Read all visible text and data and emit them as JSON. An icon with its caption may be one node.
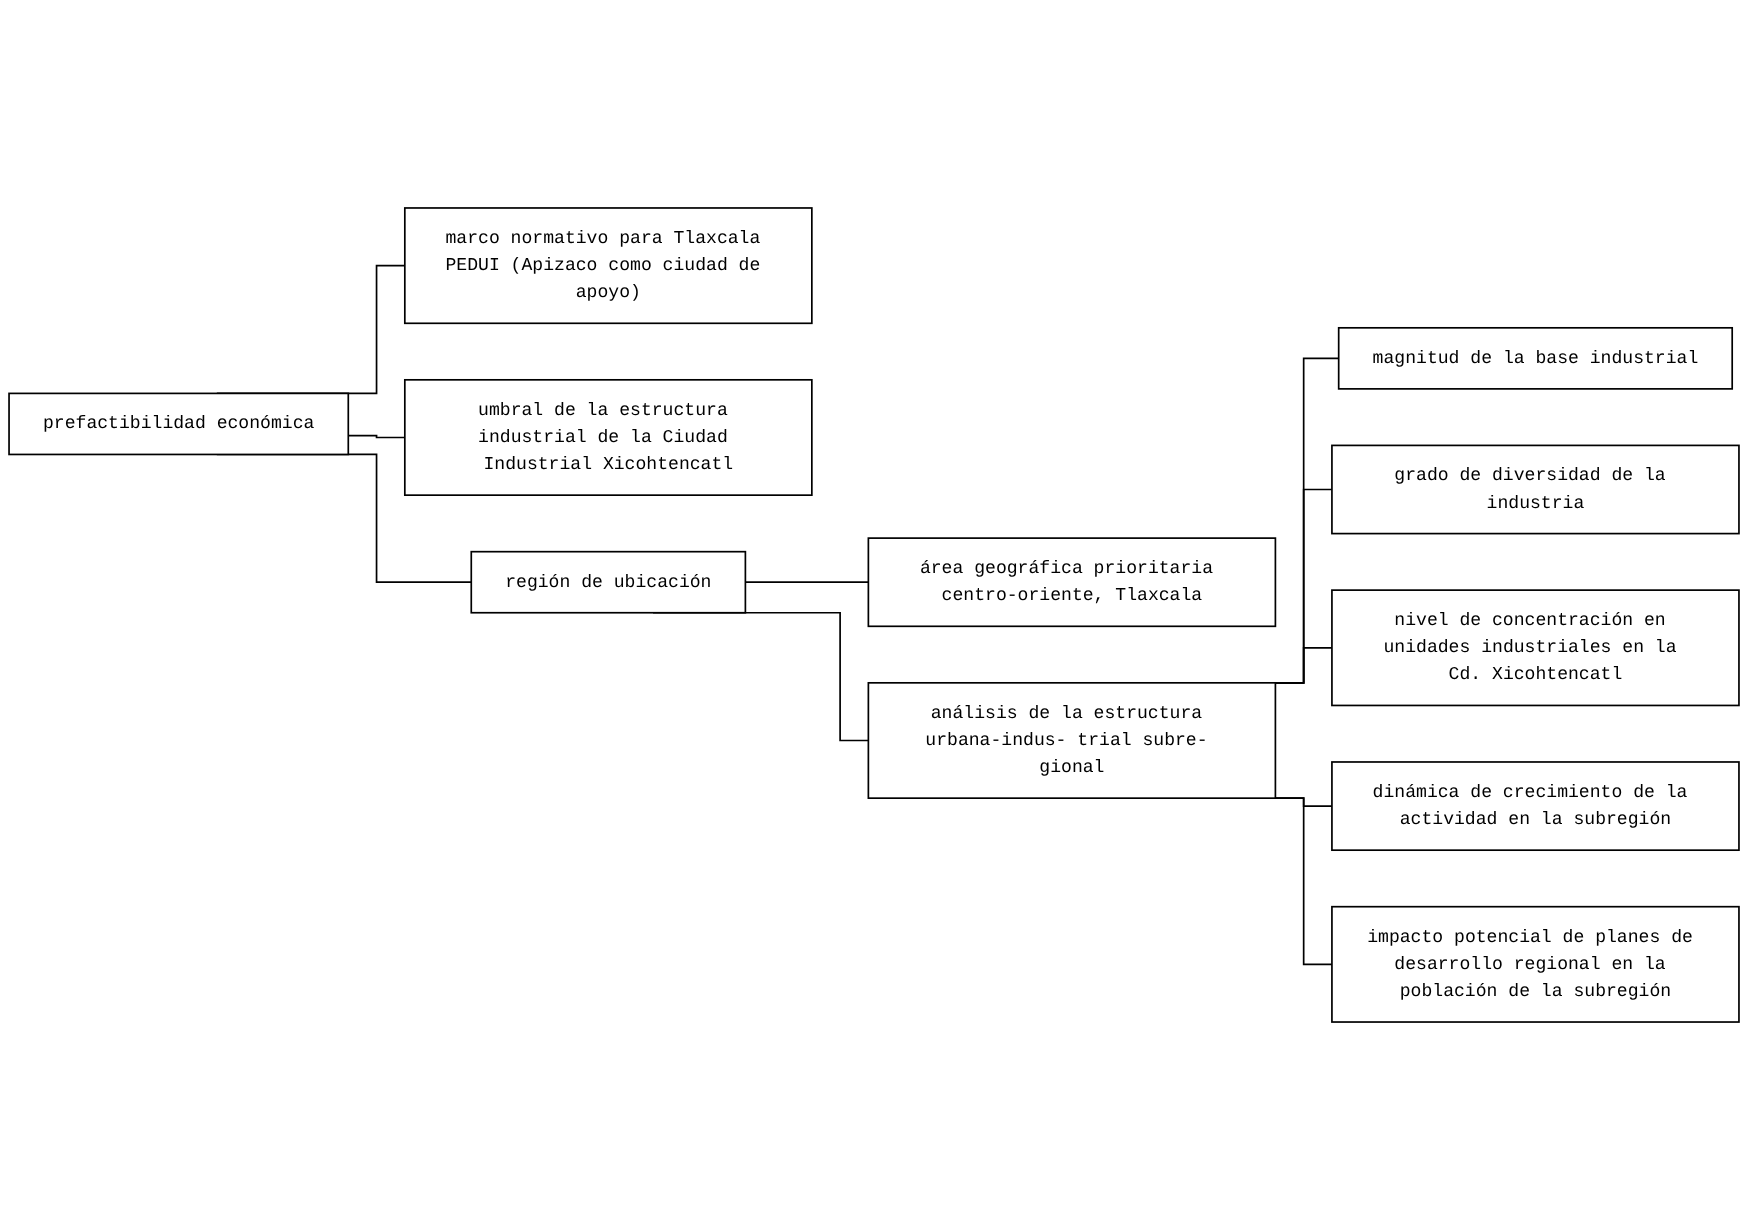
{
  "diagram": {
    "nodes": [
      {
        "text": [
          "prefactibilidad económica"
        ]
      },
      {
        "text": [
          "marco normativo para Tlaxcala PEDUI (Apizaco como ciudad de apoyo)"
        ]
      },
      {
        "text": [
          "umbral de la estructura industrial de la Ciudad Industrial Xicohtencatl"
        ]
      },
      {
        "text": [
          "región de ubicación"
        ]
      },
      {
        "text": [
          "área geográfica prioritaria centro-oriente, Tlaxcala"
        ]
      },
      {
        "text": [
          "análisis de la estructura urbana-indus- trial subre- gional"
        ]
      },
      {
        "text": [
          "magnitud de la base industrial"
        ]
      },
      {
        "text": [
          "grado de diversidad de la industria"
        ]
      },
      {
        "text": [
          "nivel de concentración en unidades industriales en la Cd. Xicohtencatl"
        ]
      },
      {
        "text": [
          "dinámica de crecimiento de la actividad en la subregión"
        ]
      },
      {
        "text": [
          "impacto potencial de planes de desarrollo regional en la población de la subregión"
        ]
      }
    ],
    "edges": [
      {
        "from": 0,
        "to": 1,
        "arrow": "none"
      },
      {
        "from": 0,
        "to": 2,
        "arrow": "none"
      },
      {
        "from": 0,
        "to": 3,
        "arrow": "none"
      },
      {
        "from": 3,
        "to": 4,
        "arrow": "none"
      },
      {
        "from": 3,
        "to": 5,
        "arrow": "none"
      },
      {
        "from": 5,
        "to": 6,
        "arrow": "none"
      },
      {
        "from": 5,
        "to": 7,
        "arrow": "none"
      },
      {
        "from": 5,
        "to": 8,
        "arrow": "none"
      },
      {
        "from": 5,
        "to": 9,
        "arrow": "none"
      },
      {
        "from": 5,
        "to": 10,
        "arrow": "none"
      }
    ]
  }
}
